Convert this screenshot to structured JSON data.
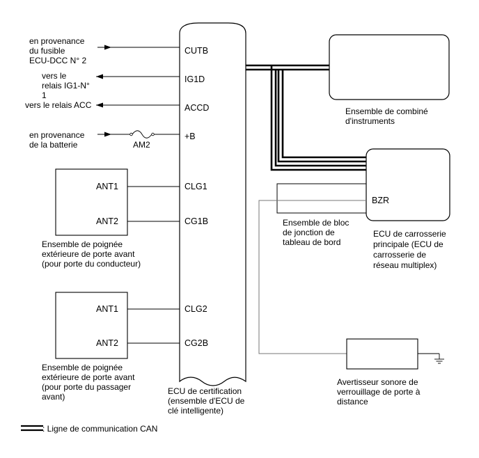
{
  "ecu": {
    "pins": {
      "cutb": "CUTB",
      "ig1d": "IG1D",
      "accd": "ACCD",
      "b": "+B",
      "clg1": "CLG1",
      "cg1b": "CG1B",
      "clg2": "CLG2",
      "cg2b": "CG2B"
    },
    "label": [
      "ECU de certification",
      "(ensemble d'ECU de",
      "clé intelligente)"
    ]
  },
  "left_signals": {
    "ecu_dcc": [
      "en provenance",
      "du fusible",
      "ECU-DCC N° 2"
    ],
    "ig1": [
      "vers le",
      "relais IG1-N°",
      "1"
    ],
    "acc": [
      "vers le relais ACC"
    ],
    "battery": [
      "en provenance",
      "de la batterie"
    ],
    "fuse": "AM2"
  },
  "driver_handle": {
    "ant1": "ANT1",
    "ant2": "ANT2",
    "label": [
      "Ensemble de poignée",
      "extérieure de porte avant",
      "(pour porte du conducteur)"
    ]
  },
  "passenger_handle": {
    "ant1": "ANT1",
    "ant2": "ANT2",
    "label": [
      "Ensemble de poignée",
      "extérieure de porte avant",
      "(pour porte du passager",
      "avant)"
    ]
  },
  "meter": {
    "label": [
      "Ensemble de combiné",
      "d'instruments"
    ]
  },
  "junction_block": {
    "label": [
      "Ensemble de bloc",
      "de jonction de",
      "tableau de bord"
    ]
  },
  "body_ecu": {
    "pin": "BZR",
    "label": [
      "ECU de carrosserie",
      "principale (ECU de",
      "carrosserie de",
      "réseau multiplex)"
    ]
  },
  "buzzer": {
    "label": [
      "Avertisseur sonore de",
      "verrouillage de porte à",
      "distance"
    ]
  },
  "legend": {
    "text": ": Ligne de communication CAN"
  }
}
